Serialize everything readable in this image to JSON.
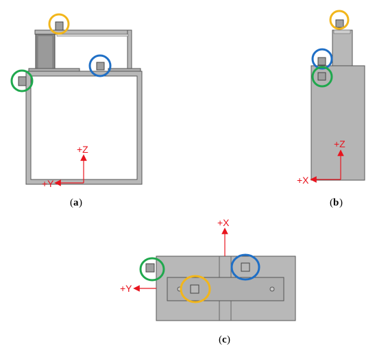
{
  "colors": {
    "body_gray": "#b8b8b8",
    "dark_gray": "#7a7a7a",
    "outline": "#555555",
    "axis_red": "#e8141e",
    "marker_yellow": "#f2b61b",
    "marker_blue": "#1f6fc6",
    "marker_green": "#1fa84d"
  },
  "panel_a": {
    "caption_letter": "a",
    "axis_up": "+Z",
    "axis_left": "+Y"
  },
  "panel_b": {
    "caption_letter": "b",
    "axis_up": "+Z",
    "axis_left": "+X"
  },
  "panel_c": {
    "caption_letter": "c",
    "axis_up": "+X",
    "axis_left": "+Y"
  },
  "markers": [
    "yellow-circle",
    "blue-circle",
    "green-circle"
  ]
}
